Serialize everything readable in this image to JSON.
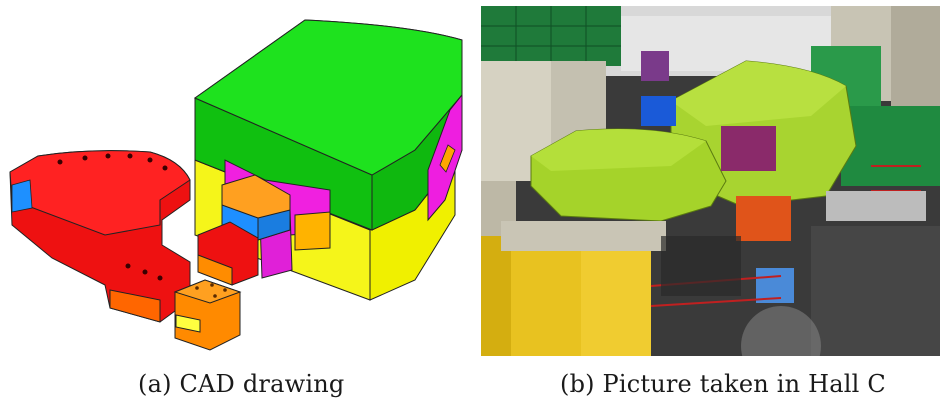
{
  "figure": {
    "subfigures": [
      {
        "label": "(a) CAD drawing",
        "content": "cad-drawing"
      },
      {
        "label": "(b) Picture taken in Hall C",
        "content": "photo"
      }
    ]
  }
}
